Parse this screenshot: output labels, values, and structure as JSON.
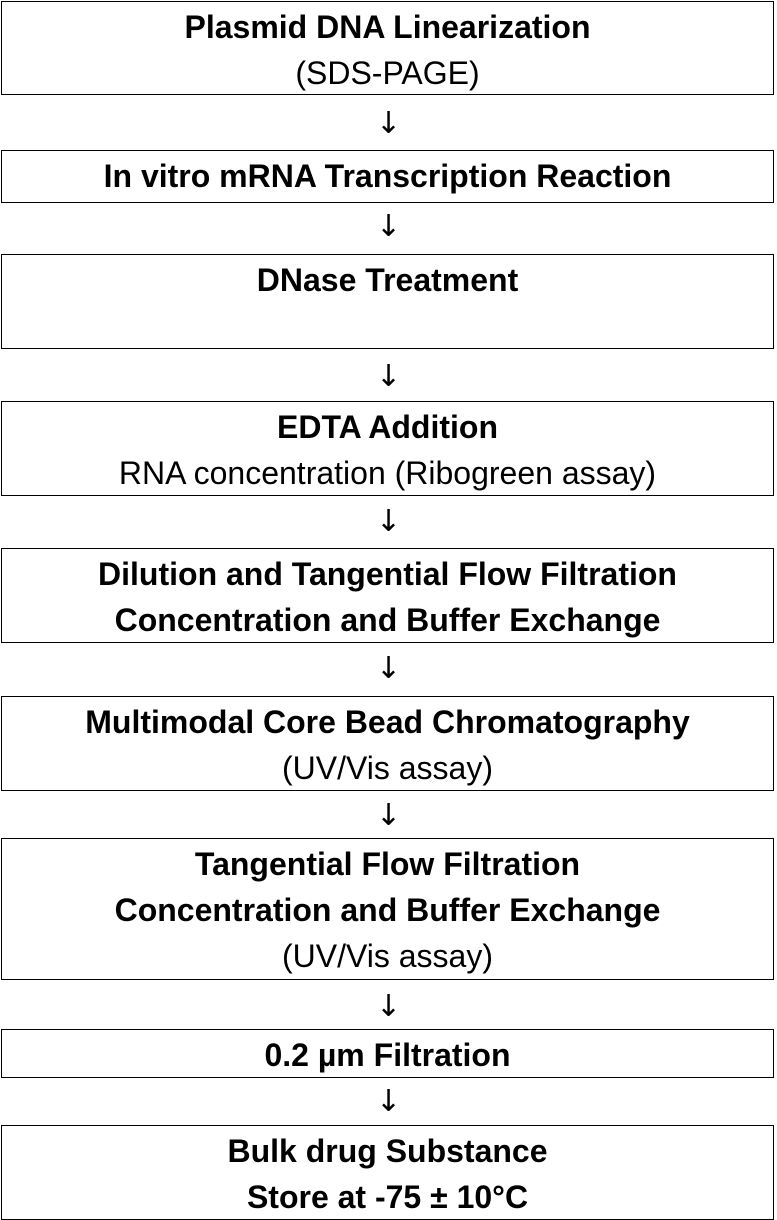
{
  "flowchart": {
    "steps": [
      {
        "title": "Plasmid DNA Linearization",
        "details": [
          "(SDS-PAGE)"
        ]
      },
      {
        "title": "In vitro mRNA Transcription Reaction",
        "details": []
      },
      {
        "title": "DNase Treatment",
        "details": []
      },
      {
        "title": "EDTA Addition",
        "details": [
          "RNA concentration (Ribogreen assay)"
        ]
      },
      {
        "title": "Dilution and Tangential Flow Filtration",
        "title2": "Concentration and Buffer Exchange",
        "details": []
      },
      {
        "title": "Multimodal Core Bead Chromatography",
        "details": [
          "(UV/Vis assay)"
        ]
      },
      {
        "title": "Tangential Flow Filtration",
        "title2": "Concentration and Buffer Exchange",
        "details": [
          "(UV/Vis assay)"
        ]
      },
      {
        "title": "0.2 µm Filtration",
        "details": []
      },
      {
        "title": "Bulk drug Substance",
        "title2": "Store at -75 ± 10°C",
        "details": []
      }
    ],
    "arrow_glyph": "↓"
  }
}
